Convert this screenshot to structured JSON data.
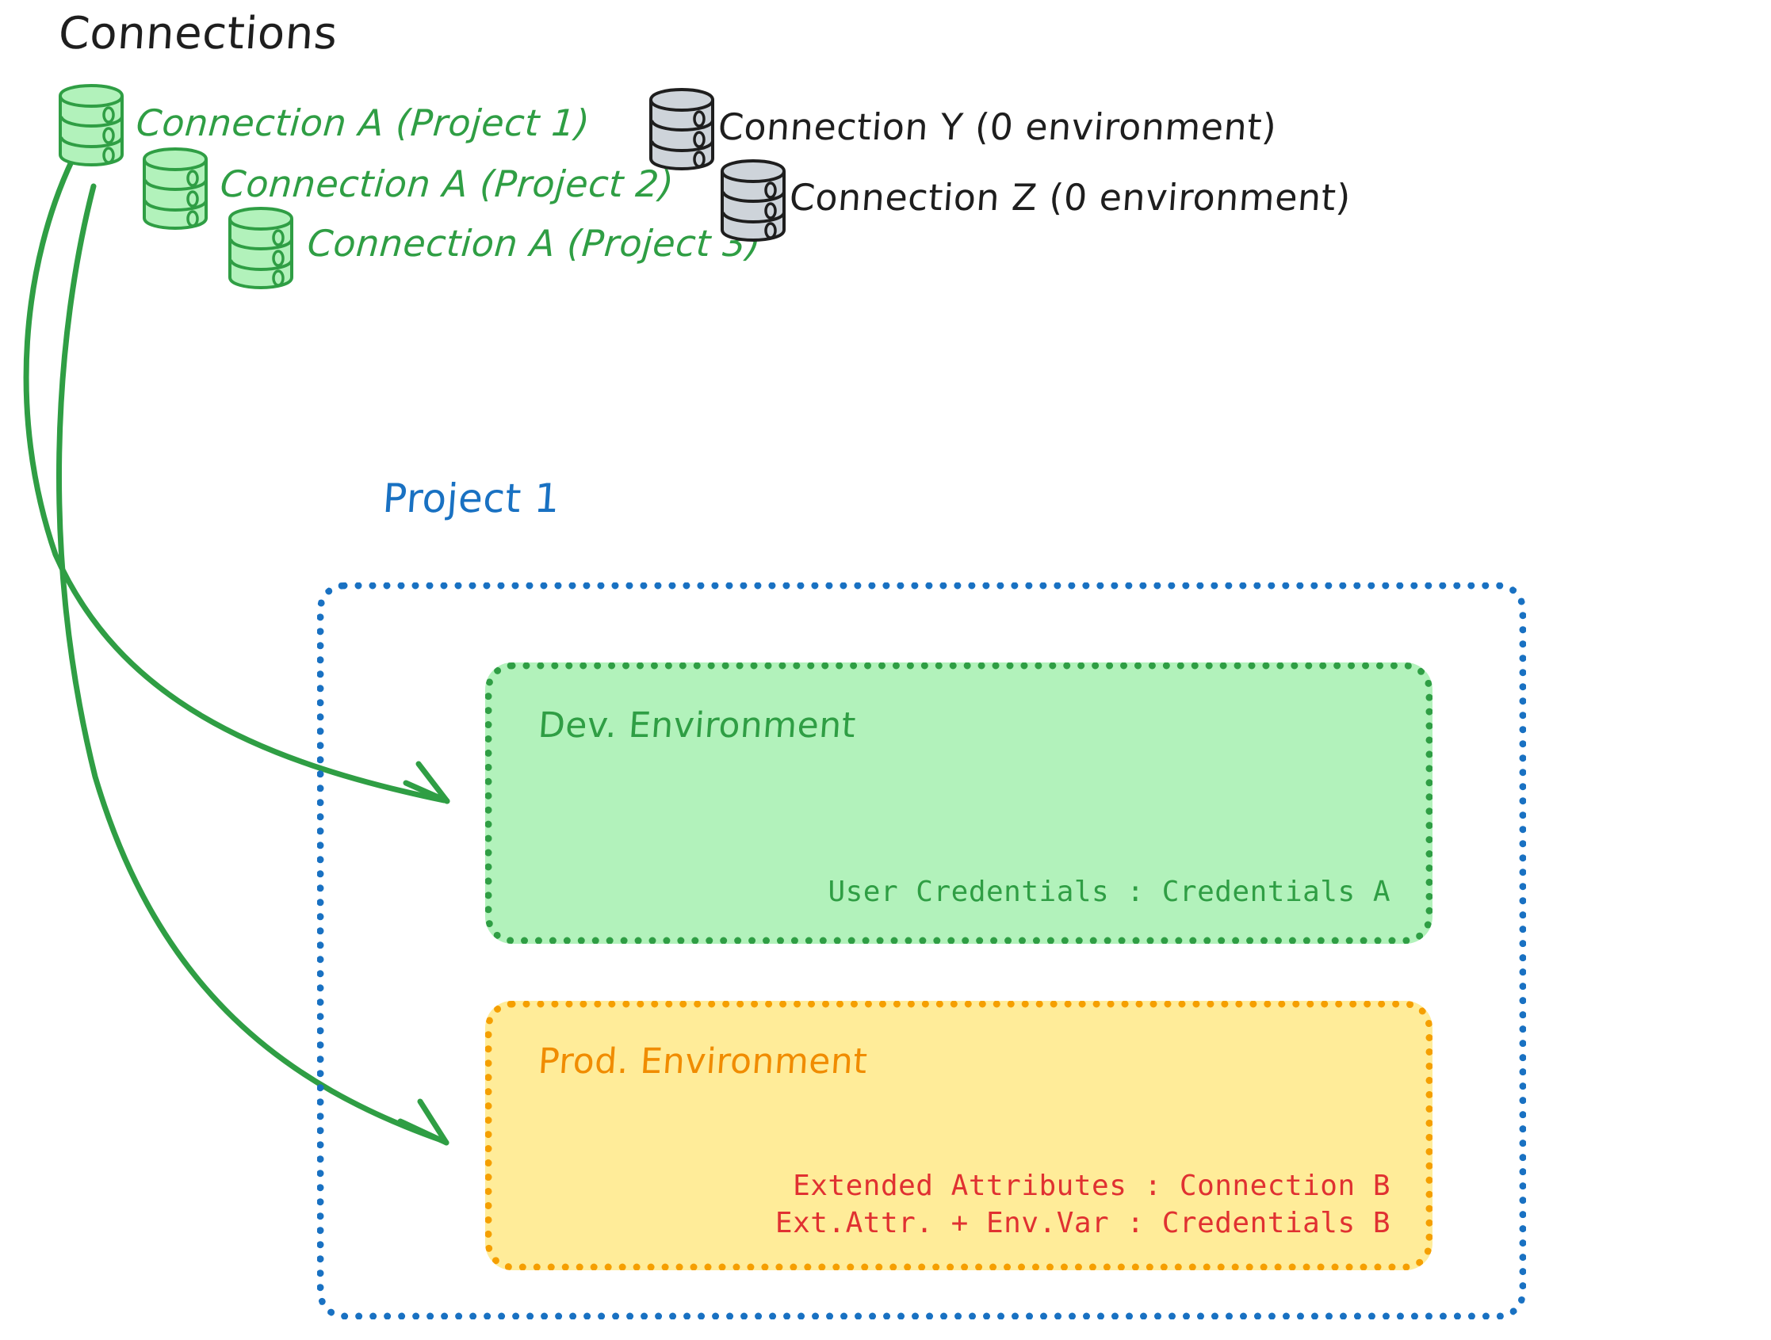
{
  "title": "Connections",
  "colors": {
    "green_stroke": "#2f9e44",
    "green_fill": "#b2f2bb",
    "gray_stroke": "#1e1e1e",
    "gray_fill": "#ced4da",
    "blue": "#1971c2",
    "orange_stroke": "#f59f00",
    "orange_fill": "#ffec99",
    "orange_text": "#f08c00",
    "red": "#e03131",
    "background": "#ffffff"
  },
  "connections": {
    "green": [
      {
        "label": "Connection A (Project 1)",
        "icon": "database-cylinder-icon"
      },
      {
        "label": "Connection A (Project 2)",
        "icon": "database-cylinder-icon"
      },
      {
        "label": "Connection A (Project 3)",
        "icon": "database-cylinder-icon"
      }
    ],
    "gray": [
      {
        "label": "Connection Y (0 environment)",
        "icon": "database-cylinder-icon"
      },
      {
        "label": "Connection Z (0 environment)",
        "icon": "database-cylinder-icon"
      }
    ]
  },
  "project": {
    "label": "Project 1",
    "environments": [
      {
        "name": "Dev. Environment",
        "kind": "dev",
        "entries": [
          "User Credentials : Credentials A"
        ]
      },
      {
        "name": "Prod. Environment",
        "kind": "prod",
        "entries": [
          "Extended Attributes : Connection B",
          "Ext.Attr. + Env.Var : Credentials B"
        ]
      }
    ]
  },
  "arrows": [
    {
      "name": "arrow-connection-a-to-dev",
      "from": "Connection A (Project 1)",
      "to": "Dev. Environment"
    },
    {
      "name": "arrow-connection-a-to-prod",
      "from": "Connection A (Project 1)",
      "to": "Prod. Environment"
    }
  ]
}
